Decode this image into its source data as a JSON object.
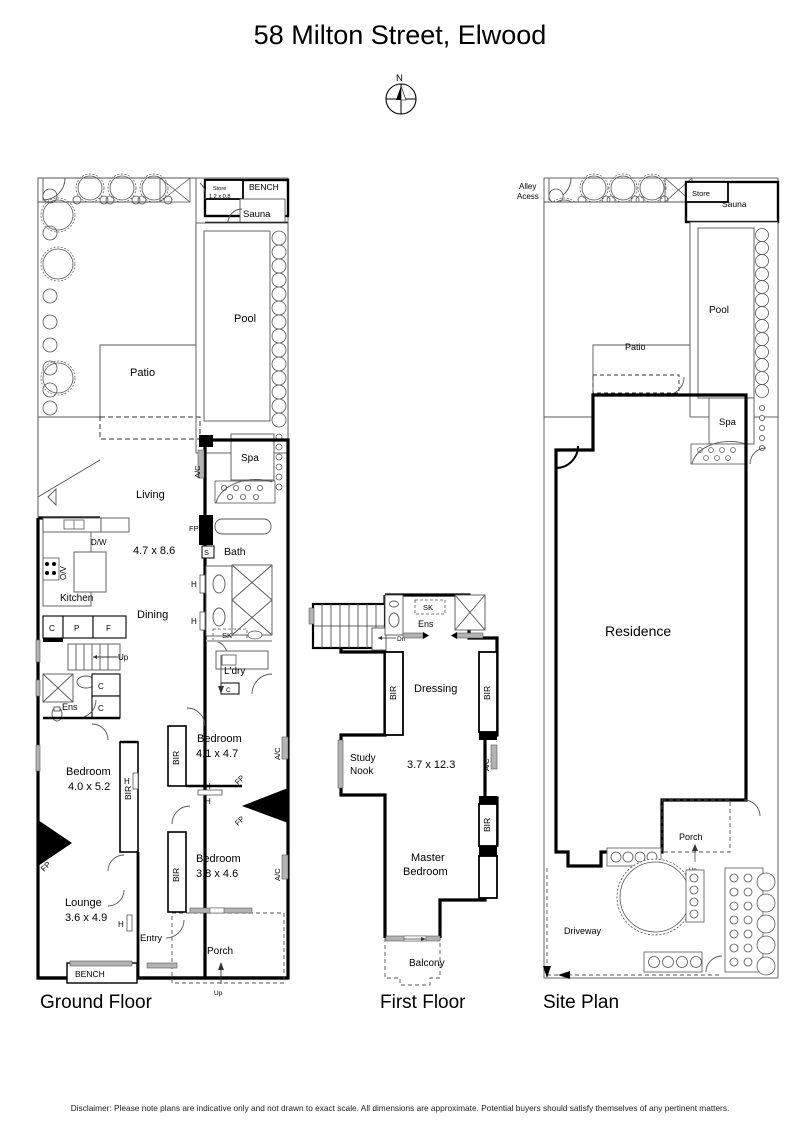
{
  "document": {
    "title": "58 Milton Street, Elwood",
    "disclaimer": "Disclaimer: Please note plans are indicative only and not drawn to exact scale. All dimensions are approximate. Potential buyers should satisfy themselves of any pertinent matters."
  },
  "compass": {
    "label": "N"
  },
  "plans": {
    "ground_floor": {
      "label": "Ground Floor",
      "rooms": [
        {
          "name": "Store",
          "dimensions": "1.2 x 0.8"
        },
        {
          "name": "BENCH",
          "dimensions": ""
        },
        {
          "name": "Sauna",
          "dimensions": ""
        },
        {
          "name": "Pool",
          "dimensions": ""
        },
        {
          "name": "Patio",
          "dimensions": ""
        },
        {
          "name": "Spa",
          "dimensions": ""
        },
        {
          "name": "Living",
          "dimensions": "4.7 x 8.6"
        },
        {
          "name": "Dining",
          "dimensions": ""
        },
        {
          "name": "Kitchen",
          "dimensions": ""
        },
        {
          "name": "Bath",
          "dimensions": ""
        },
        {
          "name": "L'dry",
          "dimensions": ""
        },
        {
          "name": "Ens",
          "dimensions": ""
        },
        {
          "name": "Bedroom",
          "dimensions": "4.0 x 5.2"
        },
        {
          "name": "Lounge",
          "dimensions": "3.6 x 4.9"
        },
        {
          "name": "Bedroom",
          "dimensions": "4.1 x 4.7"
        },
        {
          "name": "Bedroom",
          "dimensions": "3.8 x 4.6"
        },
        {
          "name": "Entry",
          "dimensions": ""
        },
        {
          "name": "Porch",
          "dimensions": ""
        },
        {
          "name": "BENCH",
          "dimensions": ""
        }
      ],
      "annotations": {
        "store_label": "Store",
        "store_size": "1.2 x 0.8",
        "bench_top": "BENCH",
        "sauna": "Sauna",
        "pool": "Pool",
        "patio": "Patio",
        "spa": "Spa",
        "living": "Living",
        "living_size": "4.7 x 8.6",
        "dining": "Dining",
        "kitchen": "Kitchen",
        "dishwasher": "D/W",
        "oven": "O/V",
        "cupboard_c1": "C",
        "pantry_p": "P",
        "fridge_f": "F",
        "stairs_up": "Up",
        "aircon_living": "A/C",
        "fireplace_living": "FP",
        "shower_s": "S",
        "bath": "Bath",
        "heater_h1": "H",
        "heater_h2": "H",
        "skylight": "SK",
        "laundry": "L'dry",
        "laundry_c": "C",
        "ens": "Ens",
        "ens_c1": "C",
        "ens_c2": "C",
        "bedroom1": "Bedroom",
        "bedroom1_size": "4.0 x 5.2",
        "bir1": "BIR",
        "fireplace_lounge": "FP",
        "lounge": "Lounge",
        "lounge_size": "3.6 x 4.9",
        "heater_lounge": "H",
        "heater_lounge2": "H",
        "bench_bottom": "BENCH",
        "entry": "Entry",
        "porch": "Porch",
        "porch_up": "Up",
        "bedroom2": "Bedroom",
        "bedroom2_size": "4.1 x 4.7",
        "bir2": "BIR",
        "aircon_b2": "A/C",
        "heater_b2_top": "H",
        "heater_b2_bottom": "H",
        "fireplace_b2": "FP",
        "fireplace_b3": "FP",
        "bedroom3": "Bedroom",
        "bedroom3_size": "3.8 x 4.6",
        "bir3": "BIR",
        "aircon_b3": "A/C"
      }
    },
    "first_floor": {
      "label": "First Floor",
      "rooms": [
        {
          "name": "Ens",
          "dimensions": ""
        },
        {
          "name": "Dressing",
          "dimensions": ""
        },
        {
          "name": "Study Nook",
          "dimensions": ""
        },
        {
          "name": "Master Bedroom",
          "dimensions": "3.7 x 12.3"
        },
        {
          "name": "Balcony",
          "dimensions": ""
        }
      ],
      "annotations": {
        "skylight": "SK",
        "ens": "Ens",
        "stairs_down": "Dn",
        "bir_left": "BIR",
        "bir_right_top": "BIR",
        "bir_right_bottom": "BIR",
        "dressing": "Dressing",
        "study_nook_line1": "Study",
        "study_nook_line2": "Nook",
        "master_size": "3.7 x 12.3",
        "aircon": "A/C",
        "master_line1": "Master",
        "master_line2": "Bedroom",
        "balcony": "Balcony"
      }
    },
    "site_plan": {
      "label": "Site Plan",
      "rooms": [
        {
          "name": "Alley Access",
          "dimensions": ""
        },
        {
          "name": "Store",
          "dimensions": ""
        },
        {
          "name": "Sauna",
          "dimensions": ""
        },
        {
          "name": "Pool",
          "dimensions": ""
        },
        {
          "name": "Patio",
          "dimensions": ""
        },
        {
          "name": "Spa",
          "dimensions": ""
        },
        {
          "name": "Residence",
          "dimensions": ""
        },
        {
          "name": "Porch",
          "dimensions": ""
        },
        {
          "name": "Driveway",
          "dimensions": ""
        }
      ],
      "annotations": {
        "alley_line1": "Alley",
        "alley_line2": "Acess",
        "store": "Store",
        "sauna": "Sauna",
        "pool": "Pool",
        "patio": "Patio",
        "spa": "Spa",
        "residence": "Residence",
        "porch": "Porch",
        "porch_up": "Up",
        "driveway": "Driveway"
      }
    }
  },
  "colors": {
    "wall": "#000000",
    "thin_line": "#444444",
    "fill": "#ffffff",
    "glazing": "#b3b3b3",
    "text": "#000000"
  }
}
